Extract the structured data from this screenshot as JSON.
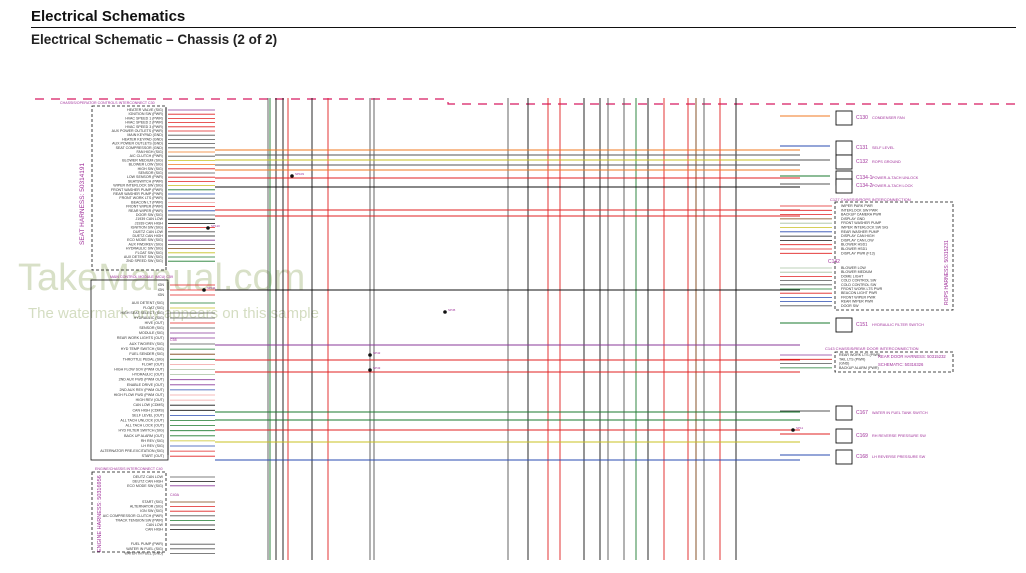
{
  "header": {
    "title": "Electrical Schematics",
    "subtitle": "Electrical Schematic – Chassis (2 of 2)"
  },
  "watermark": {
    "line1": "TakeManual.com",
    "line2": "The watermark only appears on this sample"
  },
  "colors": {
    "harness_boundary": "#d81b60",
    "label_magenta": "#a0309a",
    "wire_red": "#e02020",
    "wire_orange": "#f07a20",
    "wire_green": "#1a7a2e",
    "wire_blue": "#2a4bb0",
    "wire_purple": "#8a3a9a",
    "wire_yellow": "#c8c020",
    "wire_brown": "#7a4010",
    "wire_gray": "#555555",
    "wire_pink": "#f2a0a0",
    "wire_lightgreen": "#a8c0a0",
    "wire_black": "#111111"
  },
  "left": {
    "seat_harness": {
      "connector": "C30",
      "interconnect_label": "CHASSIS/OPERATOR CONTROLS INTERCONNECT",
      "harness_label": "SEAT HARNESS: 50314191",
      "pins": [
        "HEATER VALVE (SIG)",
        "IGNITION SW (PWR)",
        "HVAC SPEED 1 (PWR)",
        "HVAC SPEED 2 (PWR)",
        "HVAC SPEED 3 (PWR)",
        "AUX POWER OUTLETS (PWR)",
        "MAIN KEYPAD (GND)",
        "HEATER KEYPAD (GND)",
        "AUX POWER OUTLETS (GND)",
        "SEAT COMPRESSOR (GND)",
        "FAN HIGH (SIG)",
        "A/C CLUTCH (PWR)",
        "BLOWER MEDIUM (SIG)",
        "BLOWER LOW (SIG)",
        "HIGH SW (SIG)",
        "SENSOR (SIG)",
        "LOW SENSOR (PWR)",
        "SEATSWITCH (PWR)",
        "WIPER INTERLOCK SW (SIG)",
        "FRONT WASHER PUMP (PWR)",
        "REAR WASHER PUMP (PWR)",
        "FRONT WORK LTS (PWR)",
        "BEACON LT (PWR)",
        "FRONT WIPER (PWR)",
        "REAR WIPER (PWR)",
        "DOOR SW (SIG)",
        "J1939 CAN LOW",
        "J1939 CAN HIGH",
        "IGNITION SW (SIG)",
        "DUETZ CAN LOW",
        "DUETZ CAN HIGH",
        "ECO MODE SW (SIG)",
        "AUX FWD/REV (SIG)",
        "HYDRAULIC SW (SIG)",
        "FLOAT SW (SIG)",
        "AUX DETENT SW (SIG)",
        "2ND SPEED SW (SIG)"
      ]
    },
    "main_module": {
      "connector": "C59",
      "interconnect_label": "MAIN CONTROL MODULE (MCU)",
      "pins_top": [
        "IGN",
        "IGN",
        "IGN"
      ],
      "pins": [
        "AUX DETENT (SIG)",
        "FLOAT (SIG)",
        "HIGH SEAT SELECT (SIG)",
        "HYDRAULIC (SIG)",
        "HIVE (OUT)",
        "SENSOR (SIG)",
        "MODULE (SIG)",
        "REAR WORK LIGHTS (OUT)"
      ],
      "sub_connector": "C58",
      "pins_lower": [
        "AUX TWO/REV (SIG)",
        "HYD TEMP SWITCH (SIG)",
        "FUEL SENDER (SIG)",
        "THROTTLE PEDAL (SIG)",
        "FLOAT (OUT)",
        "HIGH FLOW SOV (PWM OUT)",
        "HYDRAULIC (OUT)",
        "2ND AUX FWD (PWM OUT)",
        "ENABLE DRIVE (OUT)",
        "2ND AUX REV (PWM OUT)",
        "HIGH FLOW FWD (PWM OUT)",
        "HIGH REV (OUT)",
        "CAN LOW (CDMS)",
        "CAN HIGH (CDMS)",
        "SELF LEVEL (OUT)",
        "ALL TACH UNLOCK (OUT)",
        "ALL TACH LOCK (OUT)",
        "HYD FILTER SWITCH (SIG)",
        "BACK UP ALARM (OUT)",
        "RH REV (SIG)",
        "LH REV (SIG)",
        "ALTERNATOR PRE-EXCITATION (SIG)",
        "START (OUT)"
      ]
    },
    "engine_harness": {
      "connector": "C40",
      "interconnect_label": "ENGINE/CHASSIS INTERCONNECT",
      "harness_label": "ENGINE HARNESS: 50316956",
      "sub_connector": "C40A",
      "pins_top": [
        "DEUTZ CAN LOW",
        "DEUTZ CAN HIGH",
        "ECO MODE SW (SIG)"
      ],
      "pins": [
        "START (SIG)",
        "ALTERNATOR (SIG)",
        "IGN SW (SIG)",
        "A/C COMPRESSOR CLUTCH (PWR)",
        "TRACK TENSION SW (PWR)",
        "CAN LOW",
        "CAN HIGH",
        "FUEL PUMP (PWR)",
        "WATER IN FUEL (SIG)",
        "WATER IN FUEL (GND)"
      ]
    }
  },
  "splices": [
    "SP109",
    "SP110",
    "SP111",
    "SP42",
    "SP43",
    "SP45",
    "SP11"
  ],
  "right": {
    "components": [
      {
        "id": "C130",
        "name": "CONDENSER FAN"
      },
      {
        "id": "C131",
        "name": "SELF LEVEL"
      },
      {
        "id": "C132",
        "name": "ROPS GROUND"
      },
      {
        "id": "C134-1",
        "name": "POWER-A-TACH UNLOCK"
      },
      {
        "id": "C134-2",
        "name": "POWER-A-TACH LOCK"
      },
      {
        "id": "C151",
        "name": "HYDRAULIC FILTER SWITCH"
      },
      {
        "id": "C167",
        "name": "WATER IN FUEL TANK SWITCH"
      },
      {
        "id": "C169",
        "name": "RH REVERSE PRESSURE SW"
      },
      {
        "id": "C168",
        "name": "LH REVERSE PRESSURE SW"
      }
    ],
    "rops": {
      "connector": "C127",
      "interconnect_label": "CHASSIS/ROPS INTERCONNECTION",
      "harness_label": "ROPS HARNESS: 50315231",
      "pins": [
        "WIPER PARK PWR",
        "INTERLOCK SW PWR",
        "BACKUP CAMERA PWR",
        "DISPLAY GND",
        "FRONT WASHER PUMP",
        "WIPER INTERLOCK SW SIG",
        "REAR WASHER PUMP",
        "DISPLAY CAN HIGH",
        "DISPLAY CAN LOW",
        "BLOWER HSD1",
        "BLOWER HSD1",
        "DISPLAY PWR (F13)"
      ],
      "sub_connector": "C142",
      "pins2": [
        "BLOWER LOW",
        "BLOWER MEDIUM",
        "DOME LIGHT",
        "COLD CONTROL SW",
        "COLD CONTROL SW",
        "FRONT WORK LTS PWR",
        "BEACON LIGHT PWR",
        "FRONT WIPER PWR",
        "REAR WIPER PWR",
        "DOOR SW"
      ]
    },
    "rear_door": {
      "connector": "C143",
      "interconnect_label": "CHASSIS/REAR DOOR INTERCONNECTION",
      "harness_label": "REAR DOOR HARNESS: 50315232",
      "schematic_label": "SCHEMATIC: 50316326",
      "pins": [
        "REAR WORK LTS (PWR)",
        "TAIL LTS (PWR)",
        "(GND)",
        "BACKUP ALARM (PWR)"
      ]
    }
  }
}
